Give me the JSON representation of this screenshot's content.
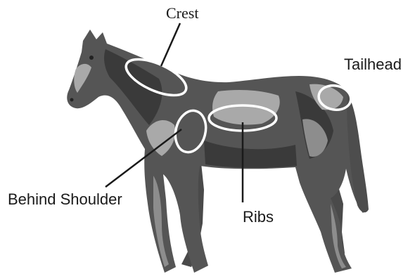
{
  "labels": {
    "crest": "Crest",
    "tailhead": "Tailhead",
    "behind_shoulder": "Behind Shoulder",
    "ribs": "Ribs"
  },
  "colors": {
    "background": "#ffffff",
    "horse_fill": "#555555",
    "horse_dark": "#3a3a3a",
    "horse_highlight": "#a9a9a9",
    "ring_stroke": "#ffffff",
    "leader_line": "#1a1a1a",
    "label_text": "#1a1a1a"
  },
  "icons": {
    "horse": "horse-silhouette-icon"
  }
}
